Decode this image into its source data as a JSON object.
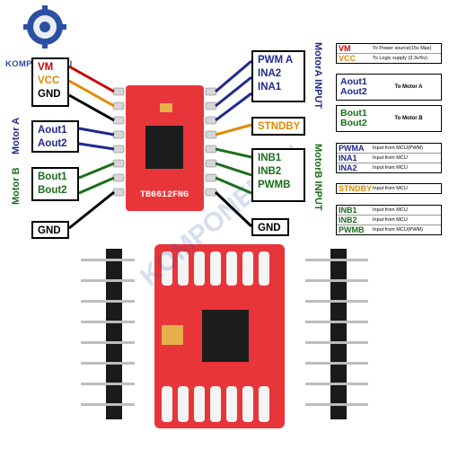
{
  "brand": {
    "name": "KOMPONENTCI",
    "watermark": "KOMPONENTCI"
  },
  "chip": {
    "label": "TB6612FNG"
  },
  "left_labels": {
    "power": [
      "VM",
      "VCC",
      "GND"
    ],
    "motor_a": [
      "Aout1",
      "Aout2"
    ],
    "motor_b": [
      "Bout1",
      "Bout2"
    ],
    "gnd": "GND"
  },
  "right_labels": {
    "motor_a_input": [
      "PWM A",
      "INA2",
      "INA1"
    ],
    "standby": "STNDBY",
    "motor_b_input": [
      "INB1",
      "INB2",
      "PWMB"
    ],
    "gnd": "GND"
  },
  "side_titles": {
    "motor_a": "Motor A",
    "motor_b": "Motor B",
    "motora_input": "MotorA INPUT",
    "motorb_input": "MotorB INPUT"
  },
  "legend": {
    "power": [
      {
        "key": "VM",
        "desc": "To Power source(15v Max)"
      },
      {
        "key": "VCC",
        "desc": "To Logic supply (3.3v/5v)"
      }
    ],
    "motor_a": {
      "keys": [
        "Aout1",
        "Aout2"
      ],
      "desc": "To Motor A"
    },
    "motor_b": {
      "keys": [
        "Bout1",
        "Bout2"
      ],
      "desc": "To Motor B"
    },
    "inputs_a": [
      {
        "key": "PWMA",
        "desc": "Input from MCU(PWM)"
      },
      {
        "key": "INA1",
        "desc": "Input from MCU"
      },
      {
        "key": "INA2",
        "desc": "Input from MCU"
      }
    ],
    "standby": {
      "key": "STNDBY",
      "desc": "Input from MCU"
    },
    "inputs_b": [
      {
        "key": "INB1",
        "desc": "Input from MCU"
      },
      {
        "key": "INB2",
        "desc": "Input from MCU"
      },
      {
        "key": "PWMB",
        "desc": "Input from MCU(PWM)"
      }
    ]
  },
  "colors": {
    "board": "#e8353a",
    "blue": "#1f2a8c",
    "green": "#1b6e1b",
    "orange": "#e08a00",
    "red": "#d00000"
  }
}
